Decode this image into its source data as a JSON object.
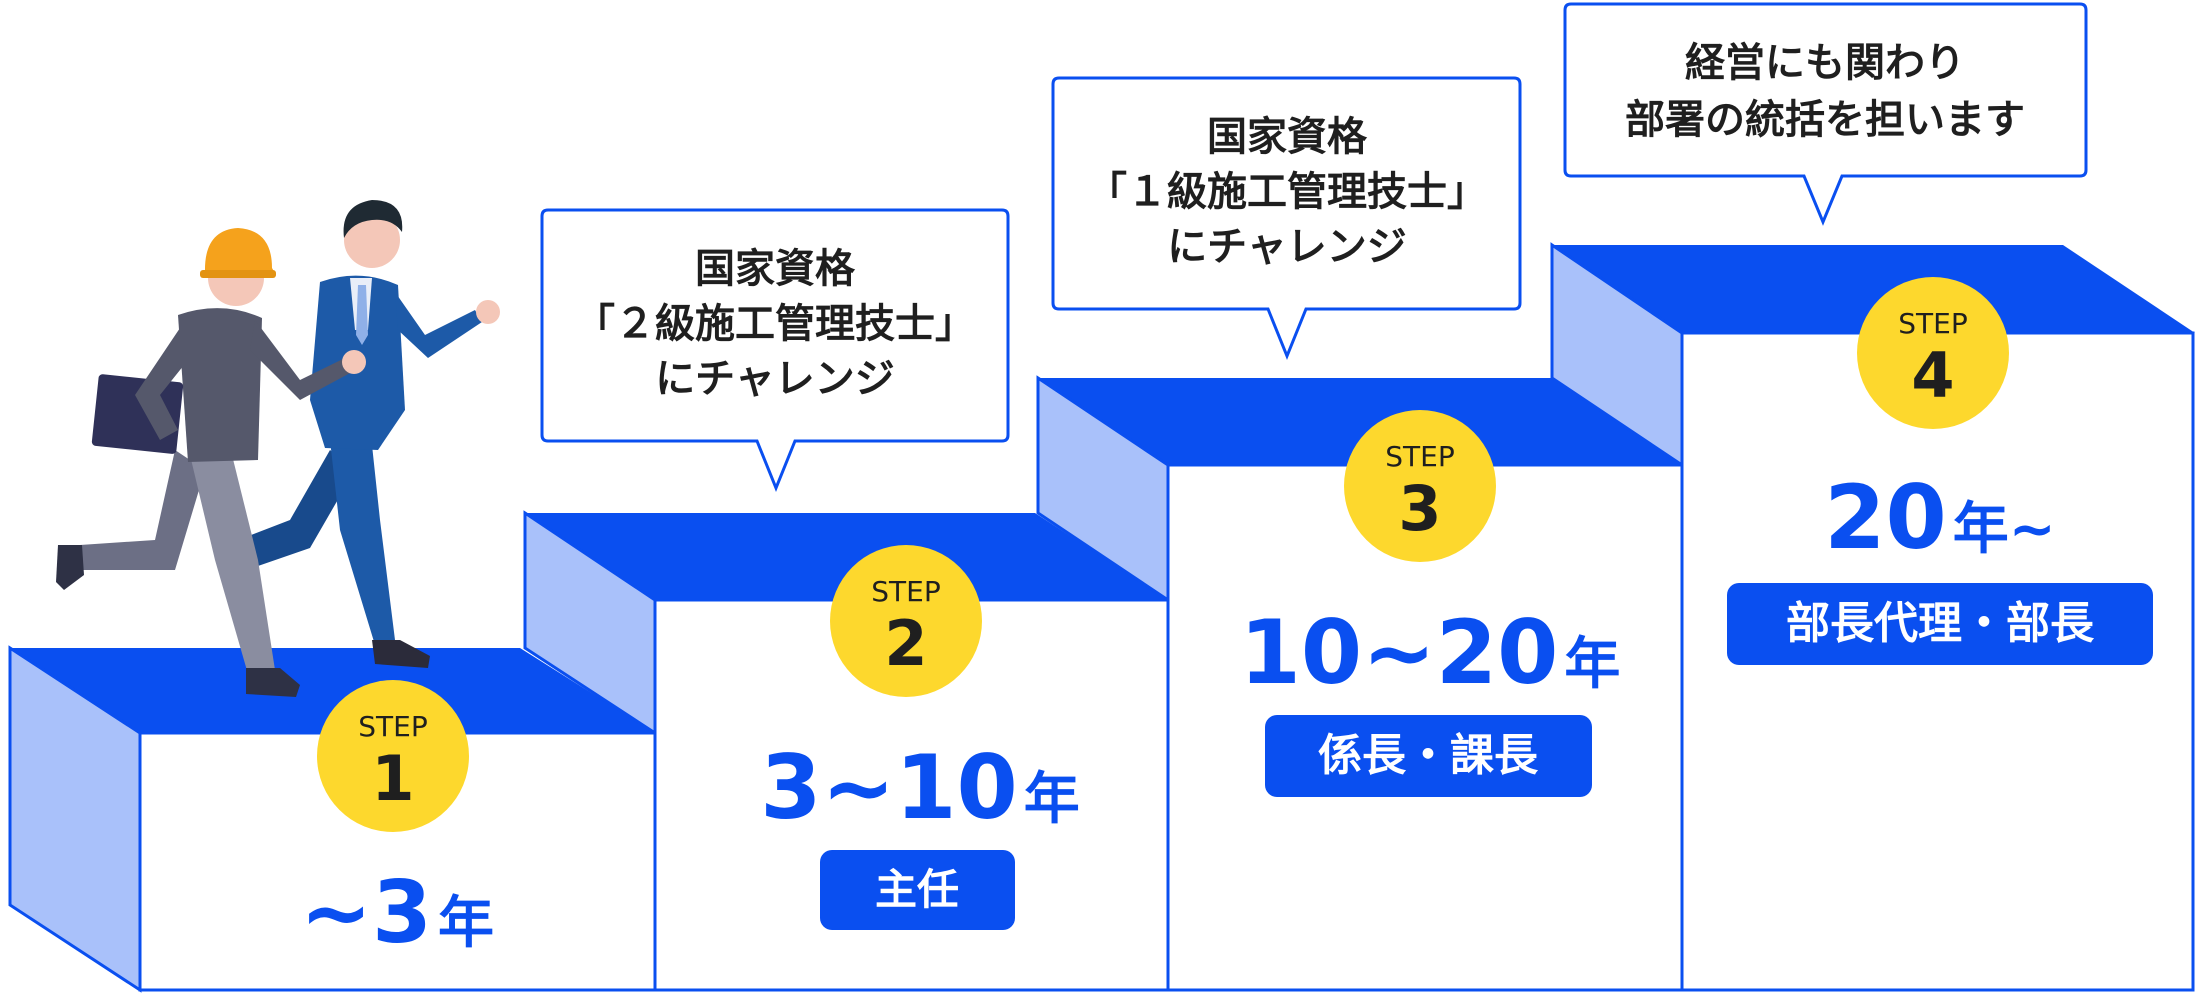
{
  "colors": {
    "blue": "#0a4ff0",
    "blue_light": "#a9c1fa",
    "yellow": "#fdd82d",
    "white": "#ffffff",
    "text_dark": "#1f1f1f"
  },
  "steps": [
    {
      "step_label": "STEP",
      "number": "1",
      "years_main": "~3",
      "years_unit": "年",
      "role": "",
      "bubble_lines": []
    },
    {
      "step_label": "STEP",
      "number": "2",
      "years_main": "3~10",
      "years_unit": "年",
      "role": "主任",
      "bubble_lines": [
        "国家資格",
        "「２級施工管理技士」",
        "にチャレンジ"
      ]
    },
    {
      "step_label": "STEP",
      "number": "3",
      "years_main": "10~20",
      "years_unit": "年",
      "role": "係長・課長",
      "bubble_lines": [
        "国家資格",
        "「１級施工管理技士」",
        "にチャレンジ"
      ]
    },
    {
      "step_label": "STEP",
      "number": "4",
      "years_main": "20",
      "years_unit": "年~",
      "role": "部長代理・部長",
      "bubble_lines": [
        "経営にも関わり",
        "部署の統括を担います"
      ]
    }
  ],
  "illustration": {
    "figures": [
      "construction-worker",
      "businessman"
    ]
  }
}
